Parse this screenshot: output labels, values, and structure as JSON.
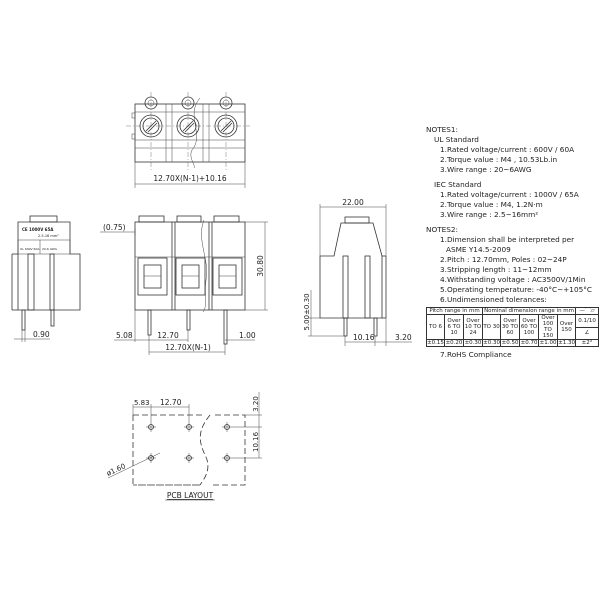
{
  "top_view": {
    "width_dim": "12.70X(N-1)+10.16"
  },
  "front_view": {
    "offset_dim": "(0.75)",
    "height_dim": "30.80",
    "left_dim": "5.08",
    "pitch_dim": "12.70",
    "pin_dim": "1.00",
    "span_dim": "12.70X(N-1)"
  },
  "left_view": {
    "pin_dim": "0.90",
    "label_text": [
      "CE 1000V 65A",
      "2.5-16 mm²",
      "UL 600V 60A",
      "20-6 AWG"
    ]
  },
  "right_view": {
    "depth_dim": "22.00",
    "pin_length_dim": "5.00±0.30",
    "row_pitch_dim": "10.16",
    "edge_dim": "3.20"
  },
  "pcb_layout": {
    "title": "PCB LAYOUT",
    "edge_dim": "5.83",
    "pitch_dim": "12.70",
    "top_dim": "3.20",
    "row_dim": "10.16",
    "hole_dim": "ø1.60"
  },
  "notes": {
    "notes1_title": "NOTES1:",
    "ul_title": "UL Standard",
    "ul": [
      "1.Rated voltage/current : 600V / 60A",
      "2.Torque value : M4 , 10.53Lb.in",
      "3.Wire range : 20~6AWG"
    ],
    "iec_title": "IEC Standard",
    "iec": [
      "1.Rated voltage/current : 1000V / 65A",
      "2.Torque value : M4, 1.2N·m",
      "3.Wire range : 2.5~16mm²"
    ],
    "notes2_title": "NOTES2:",
    "notes2": [
      "1.Dimension shall be interpreted per",
      "ASME Y14.5-2009",
      "2.Pitch : 12.70mm, Poles : 02~24P",
      "3.Stripping length : 11~12mm",
      "4.Withstanding voltage : AC3500V/1Min",
      "5.Operating temperature: -40°C~+105°C",
      "6.Undimensioned tolerances:"
    ],
    "rohs": "7.RoHS Compliance",
    "tolerance_table": {
      "pitch_header": "Pitch range in mm",
      "nominal_header": "Nominal dimension range in mm",
      "symbols": "—⌒▱",
      "ranges": [
        "TO 6",
        "Over 6 TO 10",
        "Over 10 TO 24",
        "TO 30",
        "Over 30 TO 60",
        "Over 60 TO 100",
        "Over 100 TO 150",
        "Over 150"
      ],
      "flatness": "0.1/10",
      "angle_symbol": "∠",
      "tolerances": [
        "±0.15",
        "±0.20",
        "±0.30",
        "±0.30",
        "±0.50",
        "±0.70",
        "±1.00",
        "±1.30"
      ],
      "angle_tolerance": "±2°"
    }
  }
}
